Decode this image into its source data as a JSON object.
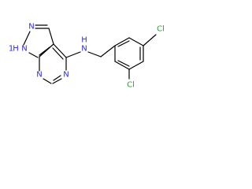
{
  "colors": {
    "nitrogen": "#2b2bd9",
    "chlorine": "#2e9e2e",
    "bond": "#000000"
  },
  "atoms": {
    "n_pyrazole_top": "N",
    "n_pyrazole_h": "N",
    "h_on_n": "H",
    "h_prefix": "1",
    "n_pyr_left": "N",
    "n_pyr_bottom": "N",
    "n_amine": "N",
    "h_amine": "H",
    "cl_top": "Cl",
    "cl_bottom": "Cl"
  }
}
